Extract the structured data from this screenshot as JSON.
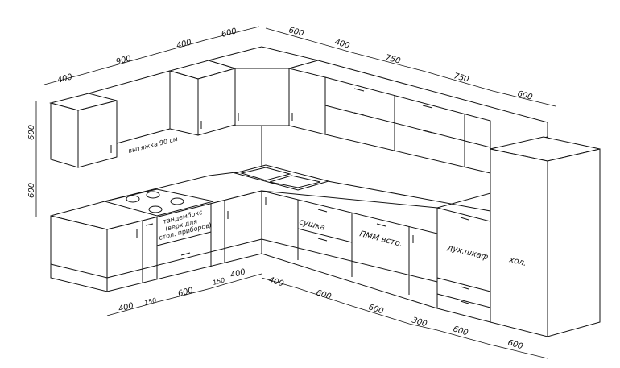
{
  "diagram": {
    "upper_dimensions": [
      "400",
      "900",
      "400",
      "600",
      "600",
      "400",
      "750",
      "750",
      "600"
    ],
    "height_dimensions": [
      "600",
      "600"
    ],
    "lower_dimensions": [
      "400",
      "150",
      "600",
      "150",
      "400",
      "400",
      "600",
      "600",
      "300",
      "600",
      "600"
    ],
    "labels": {
      "hood": "вытяжка 90 см",
      "tandembox_1": "тандембокс",
      "tandembox_2": "(верх для",
      "tandembox_3": "стол. приборов)",
      "dryer": "сушка",
      "dishwasher": "ПММ встр.",
      "oven": "дух.шкаф",
      "fridge": "хол."
    }
  }
}
